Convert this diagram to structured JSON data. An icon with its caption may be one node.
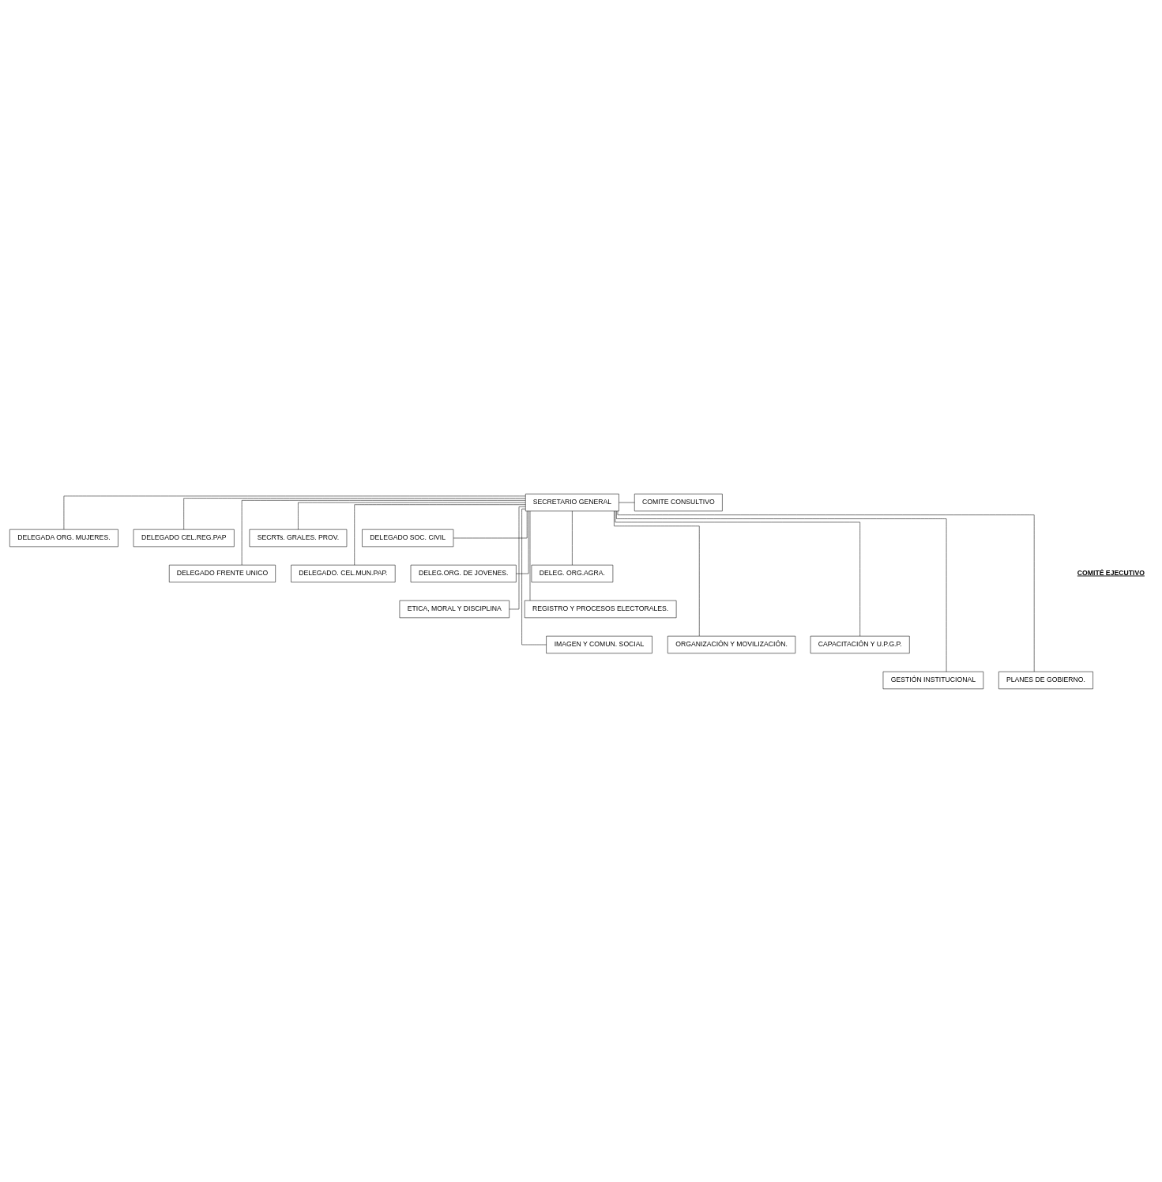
{
  "diagram": {
    "nodes": [
      {
        "text": [
          "SECRETARIO GENERAL"
        ]
      },
      {
        "text": [
          "COMITE CONSULTIVO"
        ]
      },
      {
        "text": [
          "DELEGADA ORG. MUJERES."
        ]
      },
      {
        "text": [
          "DELEGADO CEL.REG.PAP"
        ]
      },
      {
        "text": [
          "SECRTs. GRALES. PROV."
        ]
      },
      {
        "text": [
          "DELEGADO SOC. CIVIL"
        ]
      },
      {
        "text": [
          "DELEGADO FRENTE UNICO"
        ]
      },
      {
        "text": [
          "DELEGADO. CEL.MUN.PAP."
        ]
      },
      {
        "text": [
          "DELEG.ORG. DE JOVENES."
        ]
      },
      {
        "text": [
          "DELEG. ORG.AGRA."
        ]
      },
      {
        "text": [
          "ETICA, MORAL Y DISCIPLINA"
        ]
      },
      {
        "text": [
          "REGISTRO Y PROCESOS ELECTORALES."
        ]
      },
      {
        "text": [
          "IMAGEN Y COMUN. SOCIAL"
        ]
      },
      {
        "text": [
          "ORGANIZACIÓN Y MOVILIZACIÓN."
        ]
      },
      {
        "text": [
          "CAPACITACIÓN Y U.P.G.P."
        ]
      },
      {
        "text": [
          "GESTIÓN INSTITUCIONAL"
        ]
      },
      {
        "text": [
          "PLANES DE GOBIERNO."
        ]
      }
    ],
    "edges": [
      {
        "from": 0,
        "to": 1,
        "arrow": "none"
      },
      {
        "from": 0,
        "to": 2,
        "arrow": "none"
      },
      {
        "from": 0,
        "to": 3,
        "arrow": "none"
      },
      {
        "from": 0,
        "to": 4,
        "arrow": "none"
      },
      {
        "from": 0,
        "to": 5,
        "arrow": "none"
      },
      {
        "from": 0,
        "to": 6,
        "arrow": "none"
      },
      {
        "from": 0,
        "to": 7,
        "arrow": "none"
      },
      {
        "from": 0,
        "to": 8,
        "arrow": "none"
      },
      {
        "from": 0,
        "to": 9,
        "arrow": "none"
      },
      {
        "from": 0,
        "to": 10,
        "arrow": "none"
      },
      {
        "from": 0,
        "to": 11,
        "arrow": "none"
      },
      {
        "from": 0,
        "to": 12,
        "arrow": "none"
      },
      {
        "from": 0,
        "to": 13,
        "arrow": "none"
      },
      {
        "from": 0,
        "to": 14,
        "arrow": "none"
      },
      {
        "from": 0,
        "to": 15,
        "arrow": "none"
      },
      {
        "from": 0,
        "to": 16,
        "arrow": "none"
      }
    ],
    "labels": [
      "COMITÉ EJECUTIVO"
    ]
  }
}
